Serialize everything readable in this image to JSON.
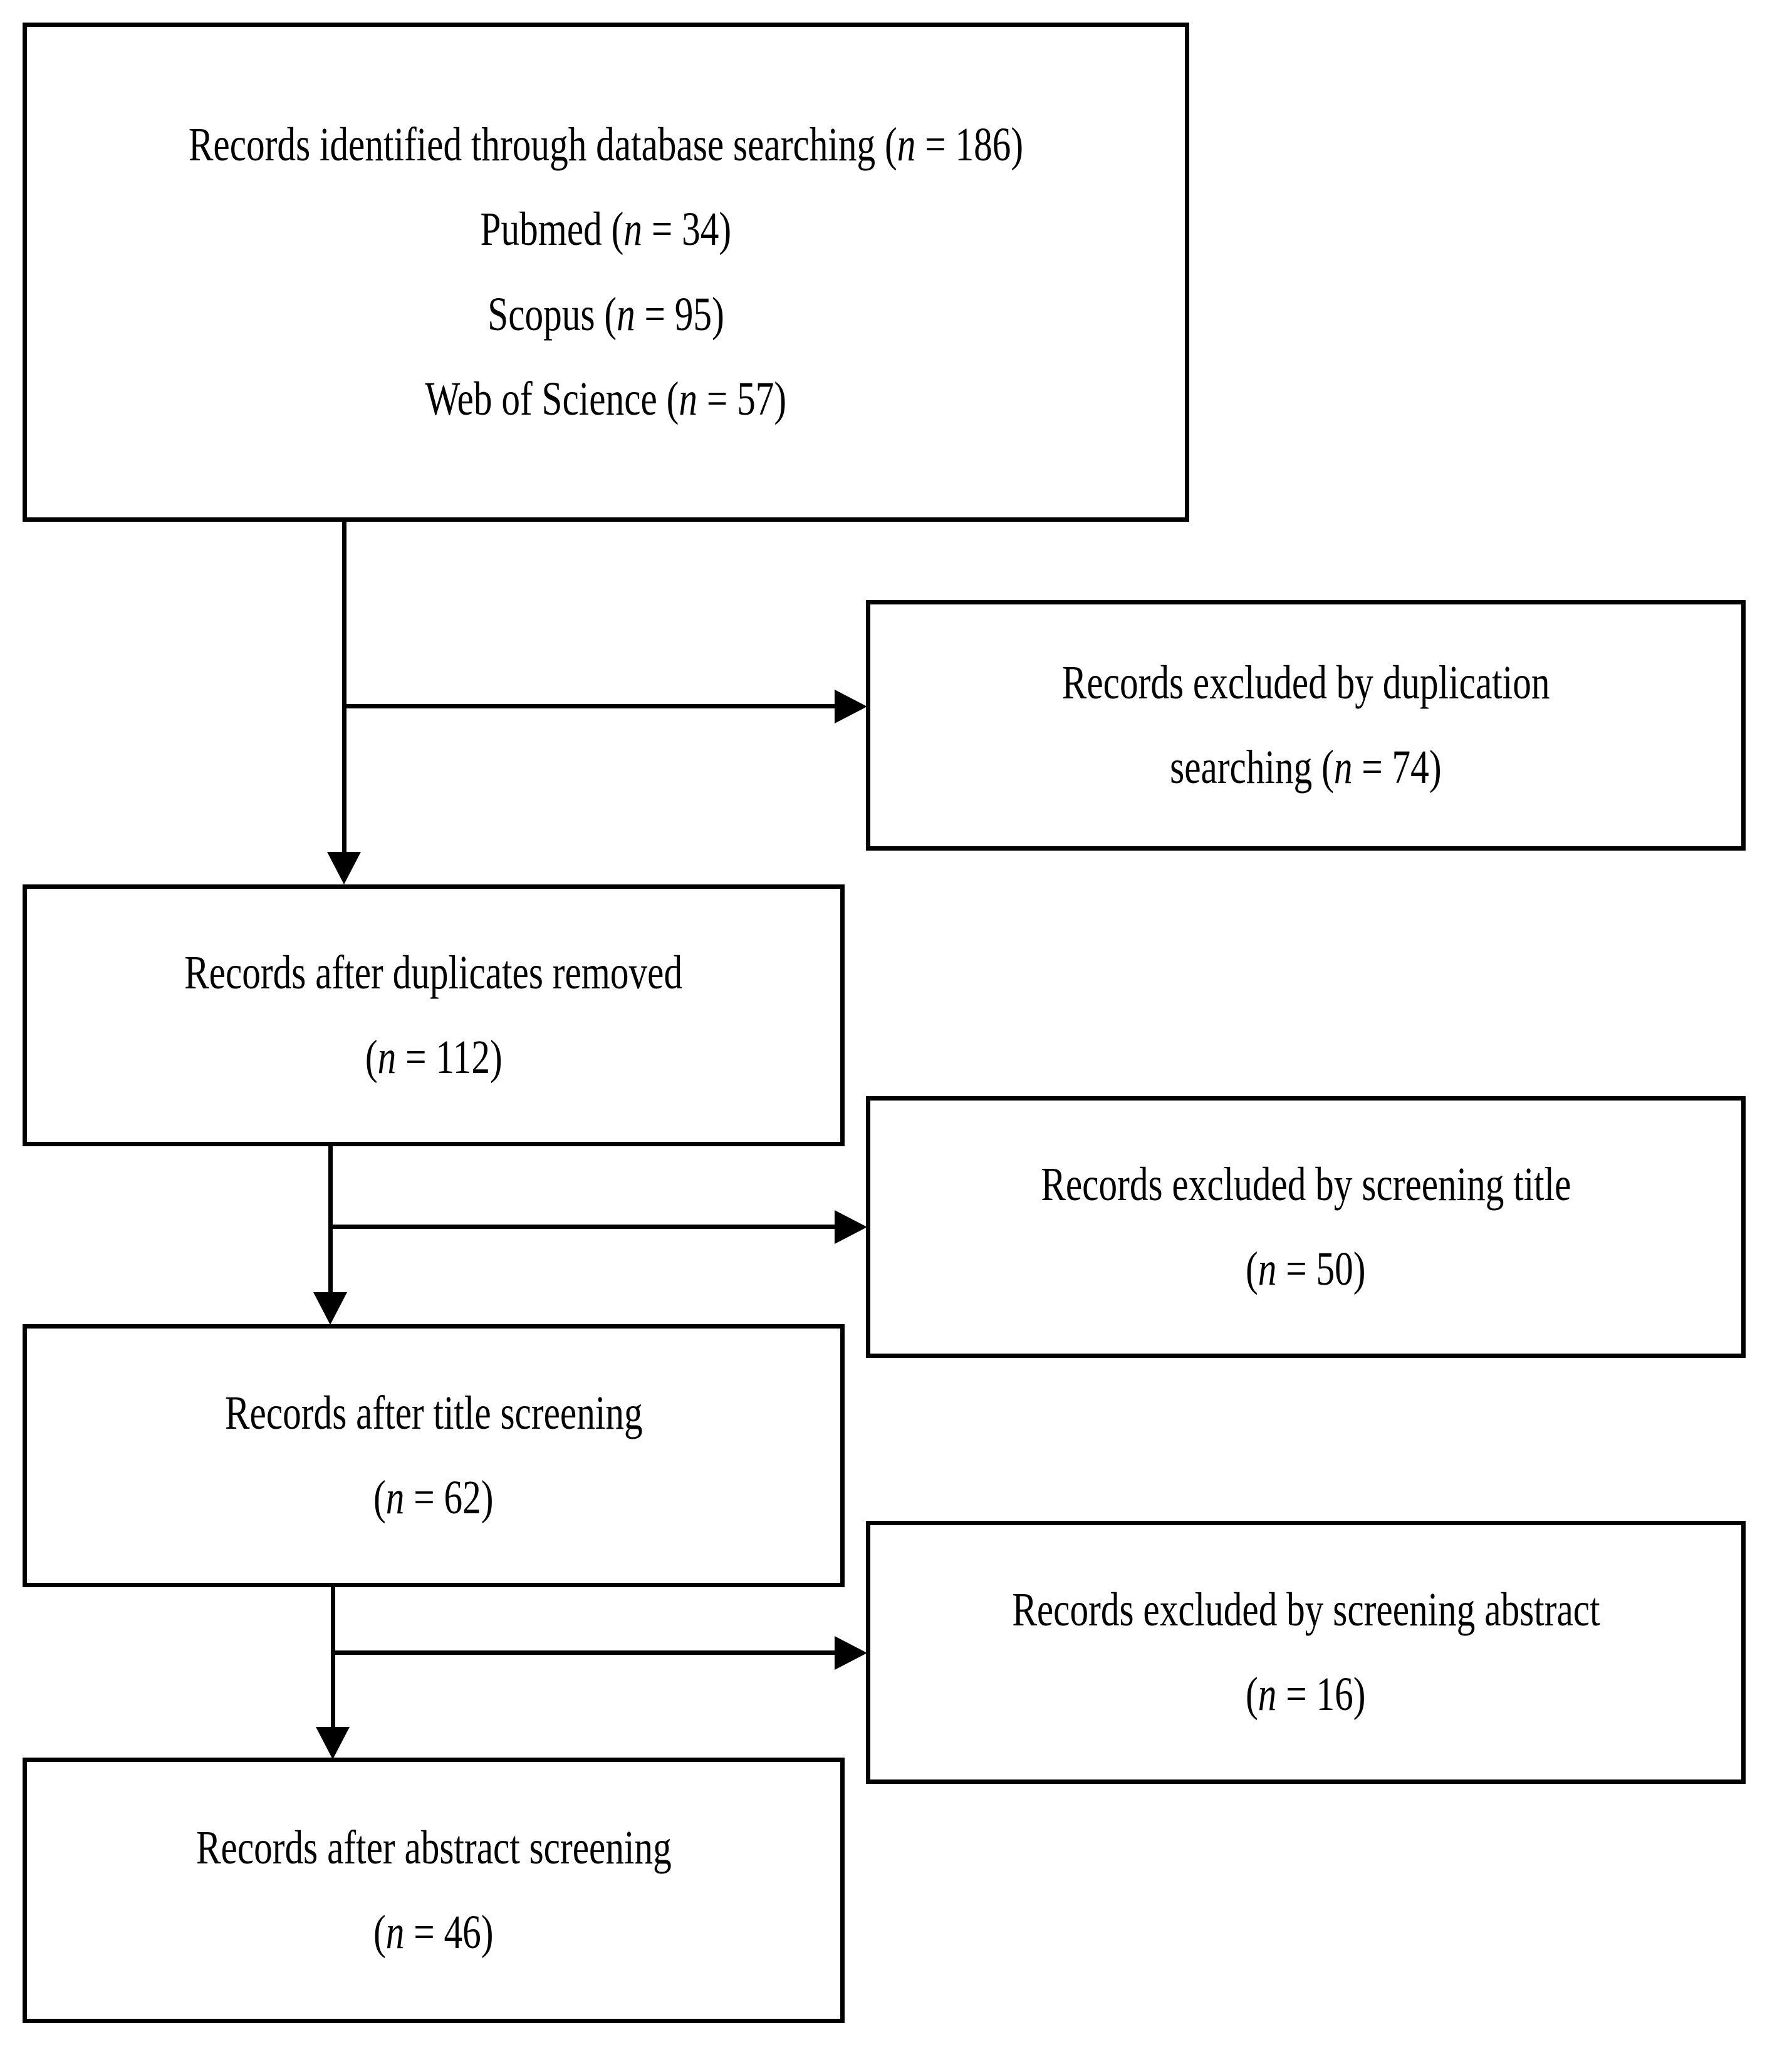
{
  "diagram": {
    "type": "prisma-flow-diagram",
    "title": "",
    "nodes": [
      {
        "id": "identified",
        "name": "records-identified-box",
        "lines": [
          {
            "text": "Records identified through database searching (",
            "n_label": "n",
            "n_value": " = 186)"
          },
          {
            "text": "Pubmed (",
            "n_label": "n",
            "n_value": " = 34)"
          },
          {
            "text": "Scopus (",
            "n_label": "n",
            "n_value": " = 95)"
          },
          {
            "text": "Web of Science (",
            "n_label": "n",
            "n_value": " = 57)"
          }
        ],
        "counts": {
          "total": 186,
          "pubmed": 34,
          "scopus": 95,
          "web_of_science": 57
        }
      },
      {
        "id": "excluded-duplication",
        "name": "excluded-duplication-box",
        "lines": [
          {
            "text": "Records excluded by duplication",
            "n_label": "",
            "n_value": ""
          },
          {
            "text": "searching (",
            "n_label": "n",
            "n_value": " = 74)"
          }
        ],
        "counts": {
          "excluded": 74
        }
      },
      {
        "id": "after-duplicates",
        "name": "after-duplicates-removed-box",
        "lines": [
          {
            "text": "Records after duplicates removed",
            "n_label": "",
            "n_value": ""
          },
          {
            "text": "(",
            "n_label": "n",
            "n_value": " = 112)"
          }
        ],
        "counts": {
          "remaining": 112
        }
      },
      {
        "id": "excluded-title",
        "name": "excluded-screening-title-box",
        "lines": [
          {
            "text": "Records excluded by screening title",
            "n_label": "",
            "n_value": ""
          },
          {
            "text": "(",
            "n_label": "n",
            "n_value": " = 50)"
          }
        ],
        "counts": {
          "excluded": 50
        }
      },
      {
        "id": "after-title",
        "name": "after-title-screening-box",
        "lines": [
          {
            "text": "Records after title screening",
            "n_label": "",
            "n_value": ""
          },
          {
            "text": "(",
            "n_label": "n",
            "n_value": " = 62)"
          }
        ],
        "counts": {
          "remaining": 62
        }
      },
      {
        "id": "excluded-abstract",
        "name": "excluded-screening-abstract-box",
        "lines": [
          {
            "text": "Records excluded by screening abstract",
            "n_label": "",
            "n_value": ""
          },
          {
            "text": "(",
            "n_label": "n",
            "n_value": " = 16)"
          }
        ],
        "counts": {
          "excluded": 16
        }
      },
      {
        "id": "after-abstract",
        "name": "after-abstract-screening-box",
        "lines": [
          {
            "text": "Records after abstract screening",
            "n_label": "",
            "n_value": ""
          },
          {
            "text": "(",
            "n_label": "n",
            "n_value": " = 46)"
          }
        ],
        "counts": {
          "remaining": 46
        }
      }
    ],
    "colors": {
      "stroke": "#000000",
      "fill": "#ffffff",
      "text": "#000000"
    }
  },
  "text": {
    "b1_l1_pre": "Records identified through database searching (",
    "b1_l1_n": "n",
    "b1_l1_post": " = 186)",
    "b1_l2_pre": "Pubmed (",
    "b1_l2_n": "n",
    "b1_l2_post": " = 34)",
    "b1_l3_pre": "Scopus (",
    "b1_l3_n": "n",
    "b1_l3_post": " = 95)",
    "b1_l4_pre": "Web of Science (",
    "b1_l4_n": "n",
    "b1_l4_post": " = 57)",
    "b2_l1": "Records excluded by duplication",
    "b2_l2_pre": "searching (",
    "b2_l2_n": "n",
    "b2_l2_post": " = 74)",
    "b3_l1": "Records after duplicates removed",
    "b3_l2_pre": "(",
    "b3_l2_n": "n",
    "b3_l2_post": " = 112)",
    "b4_l1": "Records excluded by screening title",
    "b4_l2_pre": "(",
    "b4_l2_n": "n",
    "b4_l2_post": " = 50)",
    "b5_l1": "Records after title screening",
    "b5_l2_pre": "(",
    "b5_l2_n": "n",
    "b5_l2_post": " = 62)",
    "b6_l1": "Records excluded by screening abstract",
    "b6_l2_pre": "(",
    "b6_l2_n": "n",
    "b6_l2_post": " = 16)",
    "b7_l1": "Records after abstract screening",
    "b7_l2_pre": "(",
    "b7_l2_n": "n",
    "b7_l2_post": " = 46)"
  }
}
